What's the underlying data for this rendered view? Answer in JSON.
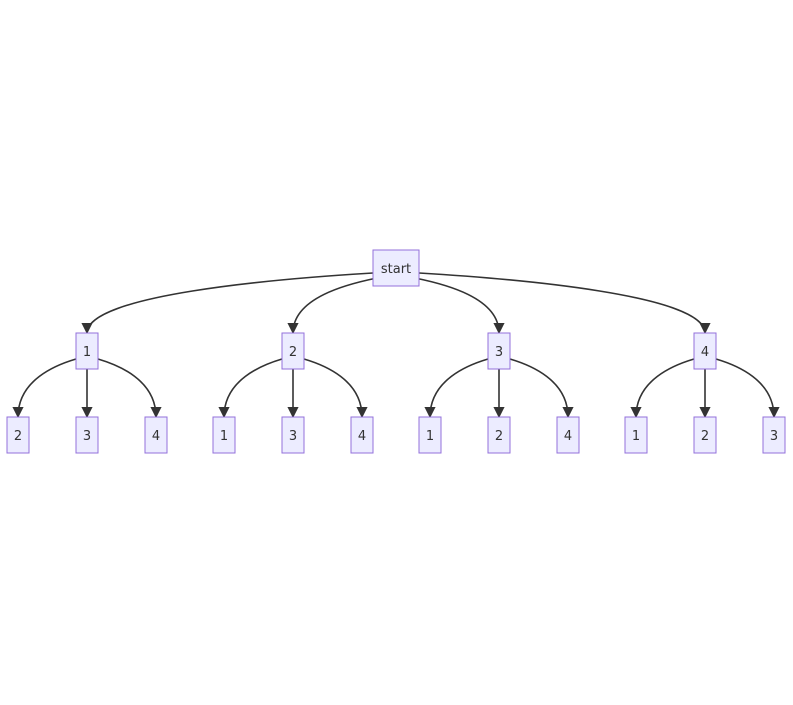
{
  "colors": {
    "node_fill": "#ECECFF",
    "node_stroke": "#9370DB",
    "edge": "#333333",
    "text": "#333333"
  },
  "tree": {
    "label": "start",
    "children": [
      {
        "label": "1",
        "children": [
          {
            "label": "2"
          },
          {
            "label": "3"
          },
          {
            "label": "4"
          }
        ]
      },
      {
        "label": "2",
        "children": [
          {
            "label": "1"
          },
          {
            "label": "3"
          },
          {
            "label": "4"
          }
        ]
      },
      {
        "label": "3",
        "children": [
          {
            "label": "1"
          },
          {
            "label": "2"
          },
          {
            "label": "4"
          }
        ]
      },
      {
        "label": "4",
        "children": [
          {
            "label": "1"
          },
          {
            "label": "2"
          },
          {
            "label": "3"
          }
        ]
      }
    ]
  }
}
